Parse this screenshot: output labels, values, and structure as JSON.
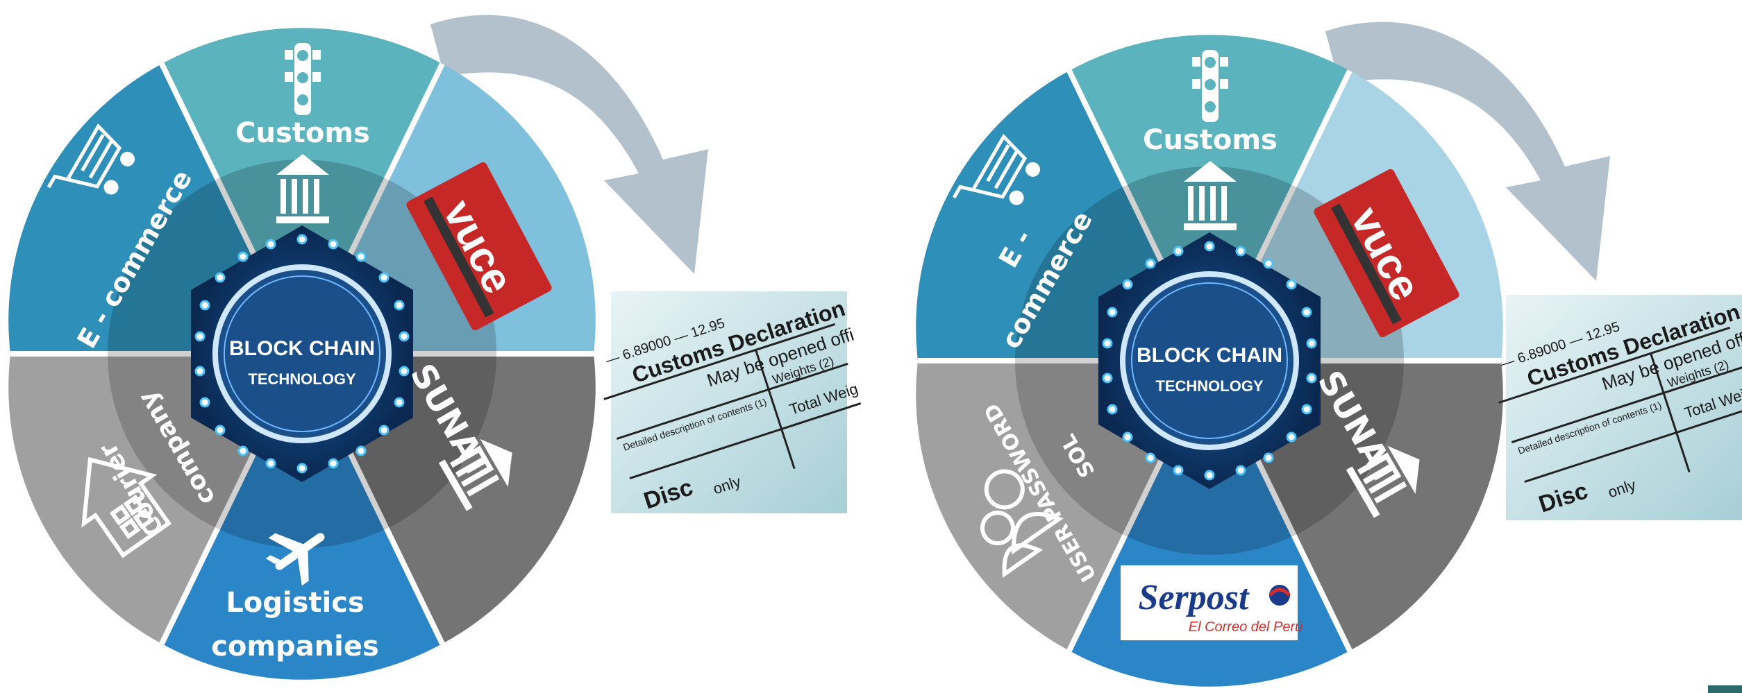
{
  "left_diagram": {
    "center": {
      "line1": "BLOCK CHAIN",
      "line2": "TECHNOLOGY"
    },
    "segments": {
      "customs": "Customs",
      "ecommerce": "E - commerce",
      "vuce": "vuce",
      "sunat": "SUNAT",
      "logistics_line1": "Logistics",
      "logistics_line2": "companies",
      "courier_line1": "Courier",
      "courier_line2": "company"
    },
    "document": {
      "line1": "— 6.89000 — 12.95",
      "line2": "Customs Declaration",
      "line3": "May be opened offi",
      "line4": "Weights (2)",
      "line5": "Detailed description of contents (1)",
      "line6": "Total Weig",
      "line7": "Disc",
      "line8": "only"
    }
  },
  "right_diagram": {
    "center": {
      "line1": "BLOCK CHAIN",
      "line2": "TECHNOLOGY"
    },
    "segments": {
      "customs": "Customs",
      "ecommerce_line1": "E -",
      "ecommerce_line2": "commerce",
      "vuce": "vuce",
      "sunat": "SUNAT",
      "sol_line1": "SOL",
      "sol_line2": "USER PASSWORD",
      "serpost_name": "Serpost",
      "serpost_tagline": "El Correo del Perú"
    },
    "document": {
      "line1": "— 6.89000 — 12.95",
      "line2": "Customs Declaration",
      "line3": "May be opened offi",
      "line4": "Weights (2)",
      "line5": "Detailed description of contents (1)",
      "line6": "Total Weig",
      "line7": "Disc",
      "line8": "only"
    }
  },
  "colors": {
    "teal": "#5ab3bd",
    "blue_left": "#2e8fb8",
    "light_blue": "#7fc0dc",
    "gray_dark": "#747474",
    "gray_light": "#a0a0a0",
    "logistics_blue": "#2b86c8",
    "vuce_red": "#c62828",
    "arrow": "#b3c1cd",
    "circuit_navy": "#0f3c70"
  }
}
